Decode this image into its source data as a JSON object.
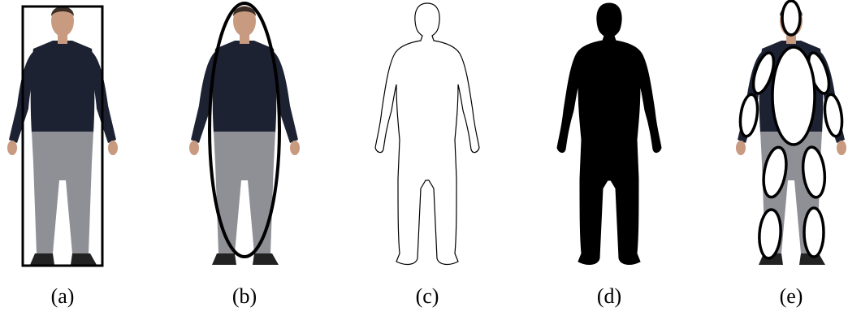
{
  "panels": [
    {
      "caption": "(a)",
      "content": "person-with-bounding-box"
    },
    {
      "caption": "(b)",
      "content": "person-with-bounding-ellipse"
    },
    {
      "caption": "(c)",
      "content": "silhouette-contour"
    },
    {
      "caption": "(d)",
      "content": "silhouette-filled"
    },
    {
      "caption": "(e)",
      "content": "body-part-ellipses"
    }
  ],
  "colors": {
    "background": "#ffffff",
    "shirt": "#1d2233",
    "pants": "#8f9096",
    "skin": "#c89a80",
    "hair": "#3a2e26",
    "shoe": "#222222",
    "outline": "#000000",
    "silhouette_fill": "#000000"
  }
}
